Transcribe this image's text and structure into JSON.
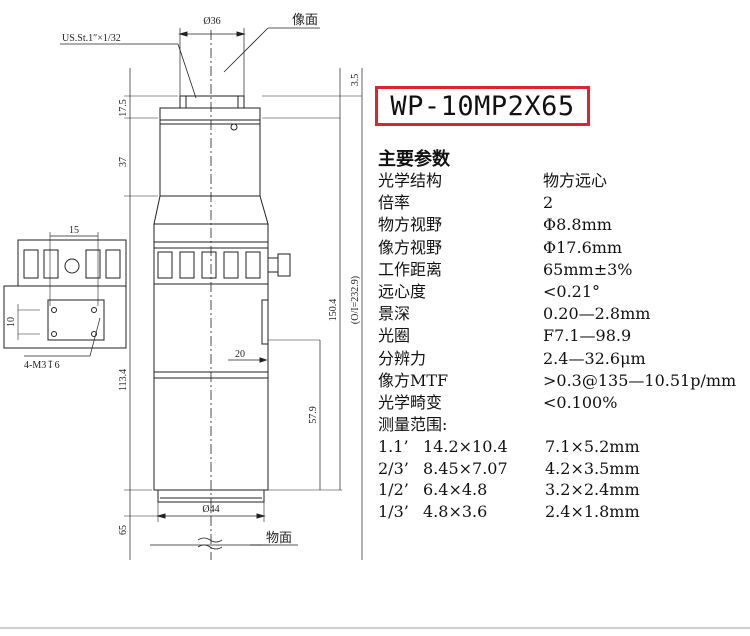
{
  "model": "WP-10MP2X65",
  "drawing": {
    "label_image_plane": "像面",
    "label_object_plane": "物面",
    "thread": "US.St.1″×1/32",
    "dim_top_diameter": "Ø36",
    "dim_bottom_diameter": "Ø44",
    "dim_17_5": "17.5",
    "dim_3_5": "3.5",
    "dim_37": "37",
    "dim_150_4": "150.4",
    "dim_total": "(O/I=232.9)",
    "dim_113_4": "113.4",
    "dim_57_9": "57.9",
    "dim_65": "65",
    "dim_20": "20",
    "dim_15": "15",
    "dim_10": "10",
    "mount_screw": "4-M3↧6"
  },
  "specs": {
    "heading": "主要参数",
    "rows": [
      {
        "label": "光学结构",
        "value": "物方远心"
      },
      {
        "label": "倍率",
        "value": "2"
      },
      {
        "label": "物方视野",
        "value": "Φ8.8mm"
      },
      {
        "label": "像方视野",
        "value": "Φ17.6mm"
      },
      {
        "label": "工作距离",
        "value": "65mm±3%"
      },
      {
        "label": "远心度",
        "value": "<0.21°"
      },
      {
        "label": "景深",
        "value": "0.20—2.8mm"
      },
      {
        "label": "光圈",
        "value": "F7.1—98.9"
      },
      {
        "label": "分辨力",
        "value": "2.4—32.6μm"
      },
      {
        "label": "像方MTF",
        "value": ">0.3@135—10.51p/mm"
      },
      {
        "label": "光学畸变",
        "value": "<0.100%"
      }
    ],
    "range_title": "测量范围:",
    "ranges": [
      {
        "sensor": "1.1’",
        "a": "14.2×10.4",
        "b": "7.1×5.2mm"
      },
      {
        "sensor": "2/3’",
        "a": "8.45×7.07",
        "b": "4.2×3.5mm"
      },
      {
        "sensor": "1/2’",
        "a": "6.4×4.8",
        "b": "3.2×2.4mm"
      },
      {
        "sensor": "1/3’",
        "a": "4.8×3.6",
        "b": "2.4×1.8mm"
      }
    ]
  },
  "colors": {
    "accent_border": "#d9252b",
    "line": "#222222"
  }
}
